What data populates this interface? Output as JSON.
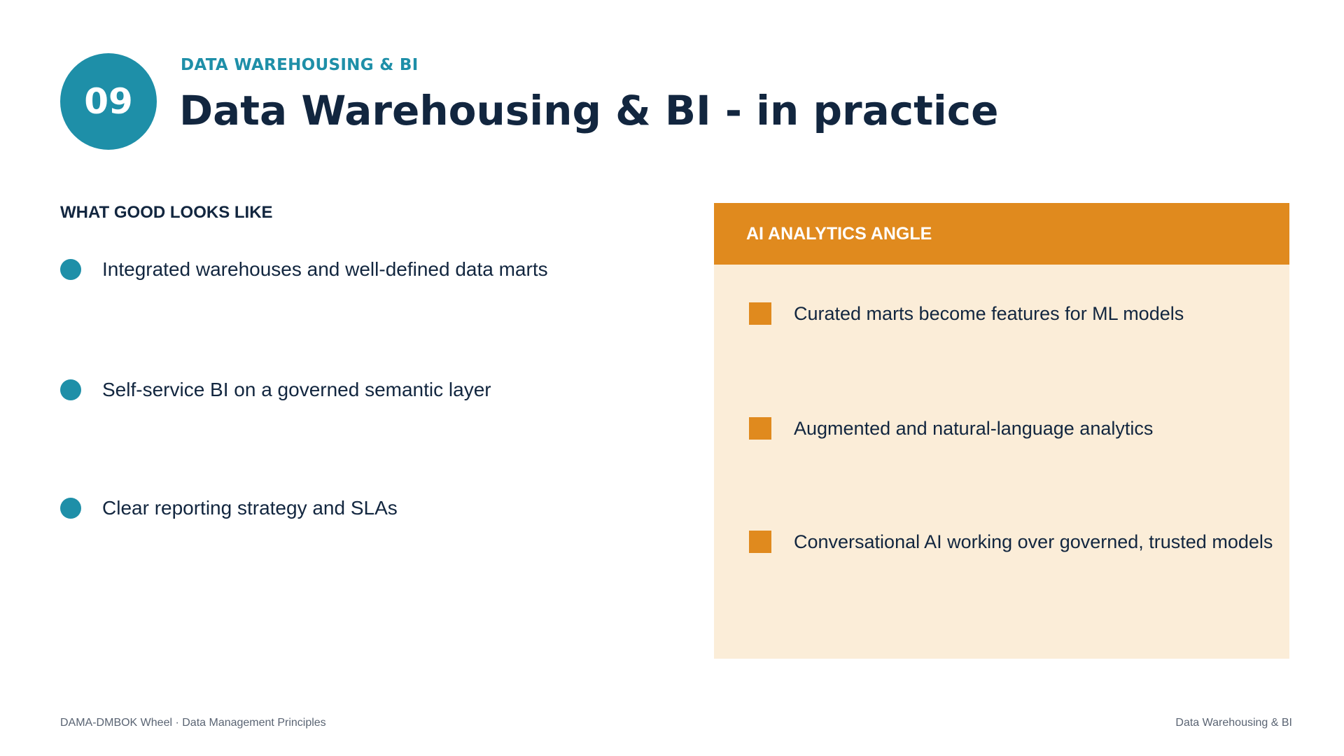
{
  "colors": {
    "teal": "#1E8FA8",
    "navy": "#12263F",
    "orange": "#E08A1E",
    "panel_bg": "#FBEDD8",
    "footer_text": "#5A6473"
  },
  "header": {
    "number": "09",
    "kicker": "DATA WAREHOUSING & BI",
    "title": "Data Warehousing & BI - in practice"
  },
  "left": {
    "heading": "WHAT GOOD LOOKS LIKE",
    "items": [
      {
        "text": "Integrated warehouses and well-defined data marts",
        "icon": "circle-bullet-icon"
      },
      {
        "text": "Self-service BI on a governed semantic layer",
        "icon": "circle-bullet-icon"
      },
      {
        "text": "Clear reporting strategy and SLAs",
        "icon": "circle-bullet-icon"
      }
    ]
  },
  "panel": {
    "heading": "AI ANALYTICS ANGLE",
    "items": [
      {
        "text": "Curated marts become features for ML models",
        "icon": "square-bullet-icon"
      },
      {
        "text": "Augmented and natural-language analytics",
        "icon": "square-bullet-icon"
      },
      {
        "text": "Conversational AI working over governed, trusted models",
        "icon": "square-bullet-icon"
      }
    ]
  },
  "footer": {
    "left": "DAMA-DMBOK Wheel  ·  Data Management Principles",
    "right": "Data Warehousing & BI"
  }
}
